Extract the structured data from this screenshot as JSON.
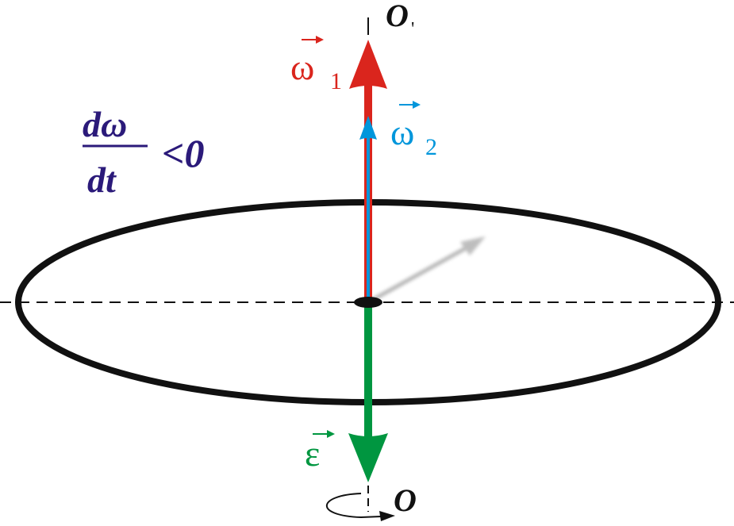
{
  "labels": {
    "axis_top": "O",
    "axis_top_prime": "'",
    "axis_bottom": "O",
    "omega1_symbol": "ω",
    "omega1_sub": "1",
    "omega2_symbol": "ω",
    "omega2_sub": "2",
    "epsilon": "ε",
    "formula_num": "dω",
    "formula_den": "dt",
    "formula_rel": "<0"
  },
  "colors": {
    "omega1": "#da251d",
    "omega2": "#0096db",
    "epsilon": "#009640",
    "formula": "#2b1a7a",
    "outline": "#111111"
  }
}
